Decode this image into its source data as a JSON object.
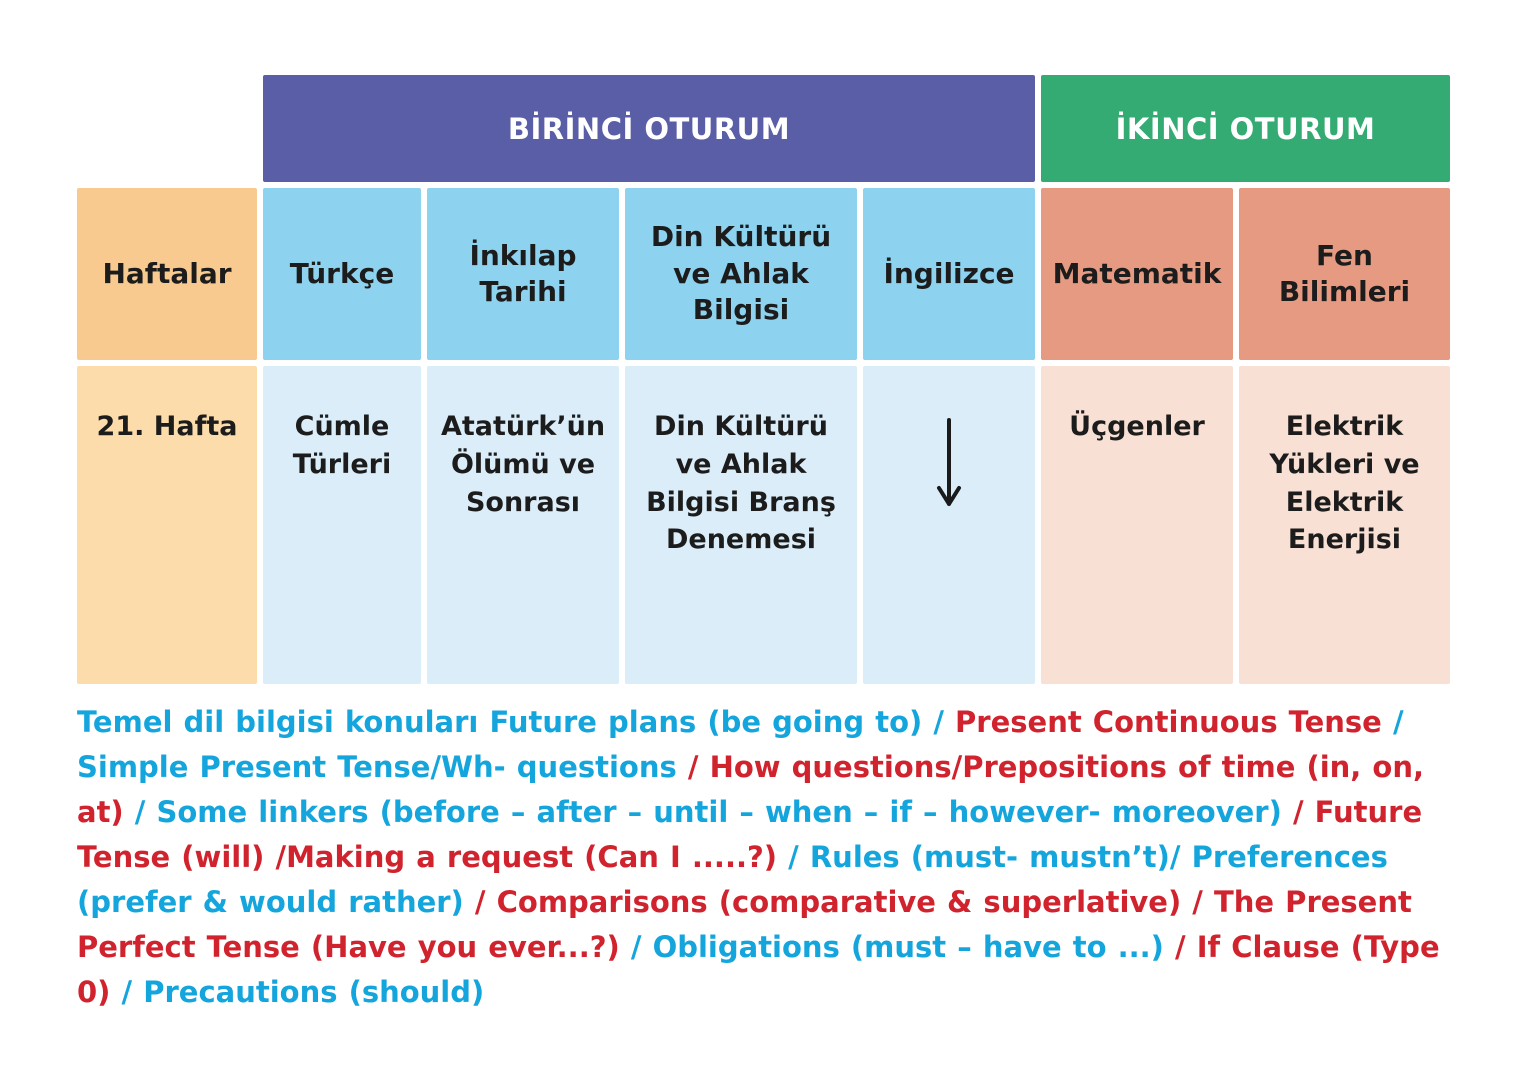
{
  "colors": {
    "purple_header": "#5a5ea6",
    "green_header": "#33ab72",
    "blue_header": "#8dd2ef",
    "peach_header": "#f9ca90",
    "salmon_header": "#e59a81",
    "blue_cell": "#daedf8",
    "peach_cell": "#fcdcab",
    "salmon_cell": "#f8e0d4",
    "header_text": "#ffffff",
    "table_text": "#1c1c1c",
    "blue_text": "#14a5dd",
    "red_text": "#d0232e"
  },
  "table": {
    "sessions": [
      {
        "label": "BİRİNCİ OTURUM"
      },
      {
        "label": "İKİNCİ OTURUM"
      }
    ],
    "columns": [
      {
        "header": "Haftalar"
      },
      {
        "header": "Türkçe"
      },
      {
        "header": "İnkılap Tarihi"
      },
      {
        "header": "Din Kültürü ve Ahlak Bilgisi"
      },
      {
        "header": "İngilizce"
      },
      {
        "header": "Matematik"
      },
      {
        "header": "Fen Bilimleri"
      }
    ],
    "week_row": {
      "week": "21. Hafta",
      "turkce": "Cümle Türleri",
      "inkilap_tarihi": "Atatürk’ün Ölümü ve Sonrası",
      "din_kulturu": "Din Kültürü ve Ahlak Bilgisi Branş Denemesi",
      "ingilizce_icon": "down-arrow",
      "matematik": "Üçgenler",
      "fen_bilimleri": "Elektrik Yükleri ve Elektrik Enerjisi"
    }
  },
  "footnote": {
    "segments": [
      {
        "text": "Temel dil bilgisi konuları Future plans (be going to) / ",
        "color": "blue"
      },
      {
        "text": "Present Continuous Tense ",
        "color": "red"
      },
      {
        "text": "/ Simple Present Tense/Wh- questions ",
        "color": "blue"
      },
      {
        "text": "/ How questions/Prepositions of time (in, on, at) ",
        "color": "red"
      },
      {
        "text": "/ Some linkers (before – after – until – when – if – however- moreover) ",
        "color": "blue"
      },
      {
        "text": "/ Future Tense (will) /Making a request (Can I .....?) ",
        "color": "red"
      },
      {
        "text": "/ Rules (must- mustn’t)/ Preferences (prefer & would rather) ",
        "color": "blue"
      },
      {
        "text": "/ Comparisons (comparative & superlative) / The Present Perfect Tense (Have you ever...?) ",
        "color": "red"
      },
      {
        "text": "/ Obligations (must – have to ...) ",
        "color": "blue"
      },
      {
        "text": "/ If Clause (Type 0) ",
        "color": "red"
      },
      {
        "text": "/ Precautions (should)",
        "color": "blue"
      }
    ]
  }
}
